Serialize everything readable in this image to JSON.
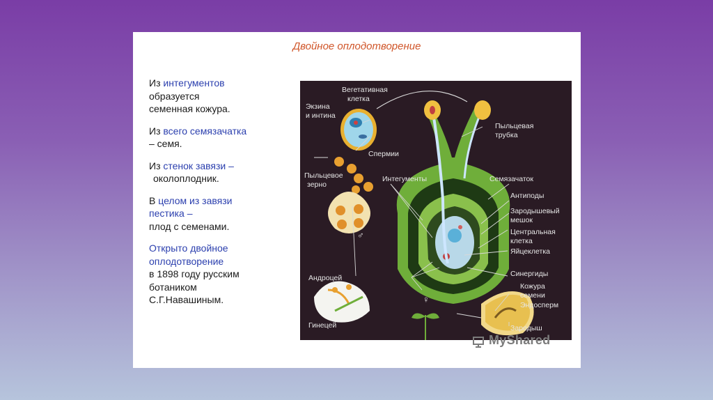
{
  "slide": {
    "title": "Двойное оплодотворение",
    "paragraphs": [
      {
        "pre": "Из ",
        "hl": "интегументов",
        "post": "",
        "line2": "образуется",
        "line3": "семенная кожура."
      },
      {
        "pre": "Из ",
        "hl": "всего семязачатка",
        "line2": "– семя."
      },
      {
        "pre": "Из ",
        "hl": "стенок завязи –",
        "line2": " околоплодник."
      },
      {
        "pre": "В ",
        "hl": "целом из завязи",
        "hl2": "пестика –",
        "line3": "плод с семенами."
      },
      {
        "hl": "Открыто двойное",
        "hl2": "оплодотворение",
        "line3": "в 1898 году русским",
        "line4": "ботаником",
        "line5": "С.Г.Навашиным."
      }
    ]
  },
  "diagram": {
    "labels": {
      "vegetative1": "Вегетативная",
      "vegetative2": "клетка",
      "exine1": "Экзина",
      "exine2": "и интина",
      "sperm": "Спермии",
      "pollen_grain1": "Пыльцевое",
      "pollen_grain2": "зерно",
      "pollen_tube1": "Пыльцевая",
      "pollen_tube2": "трубка",
      "integuments": "Интегументы",
      "ovule": "Семязачаток",
      "antipodes": "Антиподы",
      "embryo_sac1": "Зародышевый",
      "embryo_sac2": "мешок",
      "central1": "Центральная",
      "central2": "клетка",
      "egg": "Яйцеклетка",
      "synergids": "Синергиды",
      "androecium": "Андроцей",
      "seed_coat1": "Кожура",
      "seed_coat2": "семени",
      "endosperm": "Эндосперм",
      "gynoecium": "Гинецей",
      "embryo": "Зародыш",
      "male_symbol": "♂",
      "female_symbol": "♀"
    }
  },
  "watermark": "MyShared",
  "colors": {
    "title": "#d0562a",
    "highlight": "#2b3fae",
    "diagram_bg": "#2a1b24",
    "pistil_green": "#6fae3a",
    "pollen_yellow": "#e8b030"
  }
}
